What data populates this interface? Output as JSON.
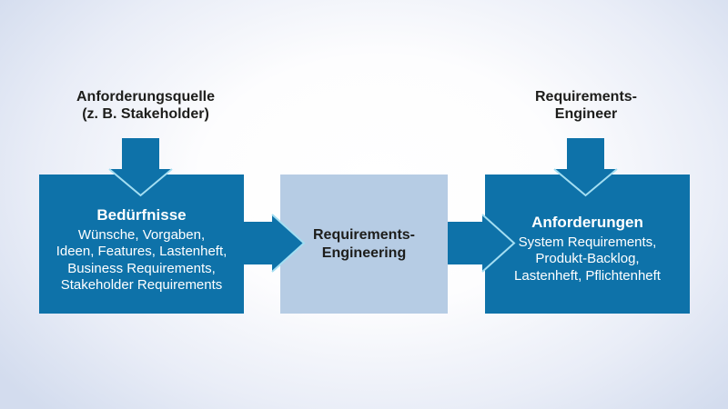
{
  "colors": {
    "background_edge": "#d3dcee",
    "background_center": "#ffffff",
    "box_dark_blue": "#0e72a9",
    "box_light_blue": "#b6cce4",
    "arrow_outline_light": "#a3def2",
    "text_dark": "#1d1d1b",
    "text_light": "#ffffff"
  },
  "labels": {
    "source": {
      "line1": "Anforderungsquelle",
      "line2": "(z. B. Stakeholder)"
    },
    "engineer": {
      "line1": "Requirements-",
      "line2": "Engineer"
    }
  },
  "boxes": {
    "needs": {
      "title": "Bedürfnisse",
      "lines": [
        "Wünsche, Vorgaben,",
        "Ideen, Features, Lastenheft,",
        "Business Requirements,",
        "Stakeholder Requirements"
      ]
    },
    "process": {
      "line1": "Requirements-",
      "line2": "Engineering"
    },
    "requirements": {
      "title": "Anforderungen",
      "lines": [
        "System Requirements,",
        "Produkt-Backlog,",
        "Lastenheft, Pflichtenheft"
      ]
    }
  },
  "icons": {
    "arrow-down-icon": "▼",
    "arrow-right-icon": "►"
  }
}
